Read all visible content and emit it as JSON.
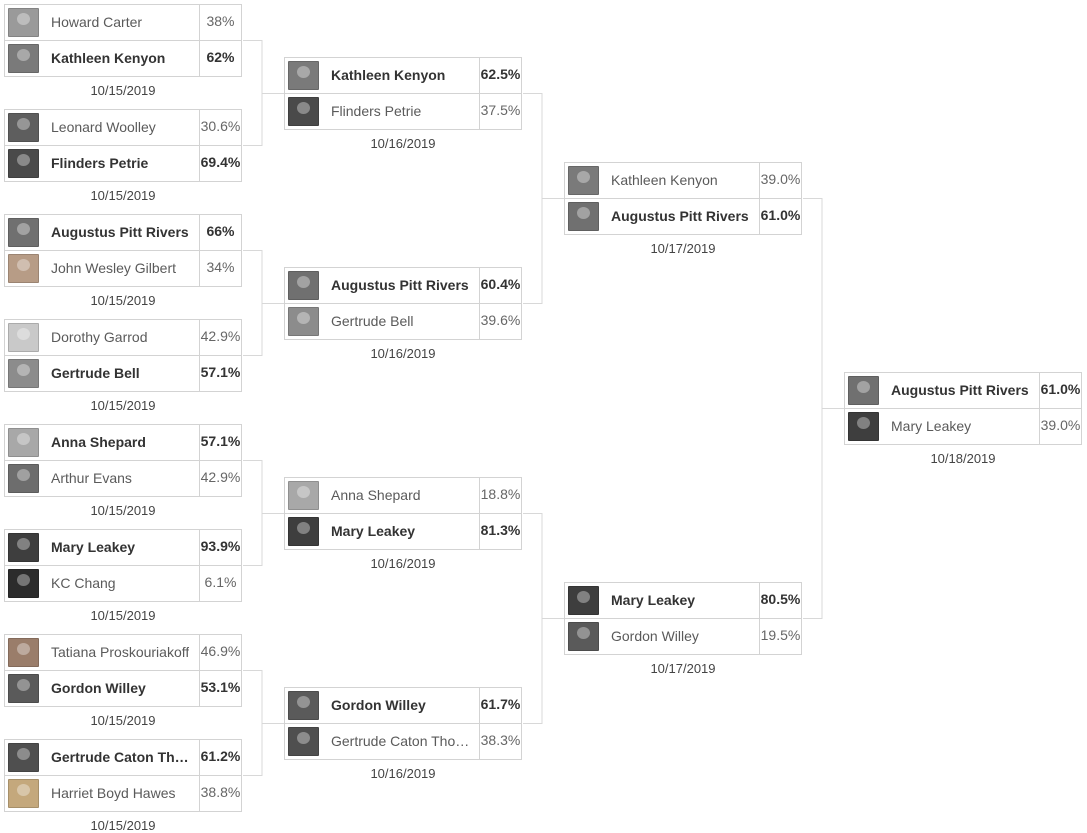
{
  "colors": {
    "border": "#d3d3d3",
    "connector": "#d8d8d8",
    "winner_text": "#333333",
    "loser_text": "#5a5a5a"
  },
  "rounds": [
    {
      "matchups": [
        {
          "date": "10/15/2019",
          "entries": [
            {
              "name": "Howard Carter",
              "pct": "38%",
              "winner": false,
              "avatar": "portrait-photo",
              "tone": "#9a9a9a"
            },
            {
              "name": "Kathleen Kenyon",
              "pct": "62%",
              "winner": true,
              "avatar": "portrait-photo",
              "tone": "#7a7a7a"
            }
          ]
        },
        {
          "date": "10/15/2019",
          "entries": [
            {
              "name": "Leonard Woolley",
              "pct": "30.6%",
              "winner": false,
              "avatar": "portrait-photo",
              "tone": "#5e5e5e"
            },
            {
              "name": "Flinders Petrie",
              "pct": "69.4%",
              "winner": true,
              "avatar": "portrait-photo",
              "tone": "#4a4a4a"
            }
          ]
        },
        {
          "date": "10/15/2019",
          "entries": [
            {
              "name": "Augustus Pitt Rivers",
              "pct": "66%",
              "winner": true,
              "avatar": "portrait-photo",
              "tone": "#707070"
            },
            {
              "name": "John Wesley Gilbert",
              "pct": "34%",
              "winner": false,
              "avatar": "portrait-photo",
              "tone": "#b79c86"
            }
          ]
        },
        {
          "date": "10/15/2019",
          "entries": [
            {
              "name": "Dorothy Garrod",
              "pct": "42.9%",
              "winner": false,
              "avatar": "portrait-photo",
              "tone": "#c9c9c9"
            },
            {
              "name": "Gertrude Bell",
              "pct": "57.1%",
              "winner": true,
              "avatar": "portrait-photo",
              "tone": "#8c8c8c"
            }
          ]
        },
        {
          "date": "10/15/2019",
          "entries": [
            {
              "name": "Anna Shepard",
              "pct": "57.1%",
              "winner": true,
              "avatar": "portrait-photo",
              "tone": "#a8a8a8"
            },
            {
              "name": "Arthur Evans",
              "pct": "42.9%",
              "winner": false,
              "avatar": "portrait-photo",
              "tone": "#6d6d6d"
            }
          ]
        },
        {
          "date": "10/15/2019",
          "entries": [
            {
              "name": "Mary Leakey",
              "pct": "93.9%",
              "winner": true,
              "avatar": "portrait-photo",
              "tone": "#3e3e3e"
            },
            {
              "name": "KC Chang",
              "pct": "6.1%",
              "winner": false,
              "avatar": "portrait-photo",
              "tone": "#2c2c2c"
            }
          ]
        },
        {
          "date": "10/15/2019",
          "entries": [
            {
              "name": "Tatiana Proskouriakoff",
              "pct": "46.9%",
              "winner": false,
              "avatar": "portrait-photo",
              "tone": "#9a7d6a"
            },
            {
              "name": "Gordon Willey",
              "pct": "53.1%",
              "winner": true,
              "avatar": "portrait-photo",
              "tone": "#5a5a5a"
            }
          ]
        },
        {
          "date": "10/15/2019",
          "entries": [
            {
              "name": "Gertrude Caton Thompson",
              "pct": "61.2%",
              "winner": true,
              "avatar": "portrait-photo",
              "tone": "#4f4f4f"
            },
            {
              "name": "Harriet Boyd Hawes",
              "pct": "38.8%",
              "winner": false,
              "avatar": "portrait-photo",
              "tone": "#c4a87c"
            }
          ]
        }
      ]
    },
    {
      "matchups": [
        {
          "date": "10/16/2019",
          "entries": [
            {
              "name": "Kathleen Kenyon",
              "pct": "62.5%",
              "winner": true,
              "avatar": "portrait-photo",
              "tone": "#7a7a7a"
            },
            {
              "name": "Flinders Petrie",
              "pct": "37.5%",
              "winner": false,
              "avatar": "portrait-photo",
              "tone": "#4a4a4a"
            }
          ]
        },
        {
          "date": "10/16/2019",
          "entries": [
            {
              "name": "Augustus Pitt Rivers",
              "pct": "60.4%",
              "winner": true,
              "avatar": "portrait-photo",
              "tone": "#707070"
            },
            {
              "name": "Gertrude Bell",
              "pct": "39.6%",
              "winner": false,
              "avatar": "portrait-photo",
              "tone": "#8c8c8c"
            }
          ]
        },
        {
          "date": "10/16/2019",
          "entries": [
            {
              "name": "Anna Shepard",
              "pct": "18.8%",
              "winner": false,
              "avatar": "portrait-photo",
              "tone": "#a8a8a8"
            },
            {
              "name": "Mary Leakey",
              "pct": "81.3%",
              "winner": true,
              "avatar": "portrait-photo",
              "tone": "#3e3e3e"
            }
          ]
        },
        {
          "date": "10/16/2019",
          "entries": [
            {
              "name": "Gordon Willey",
              "pct": "61.7%",
              "winner": true,
              "avatar": "portrait-photo",
              "tone": "#5a5a5a"
            },
            {
              "name": "Gertrude Caton Thompson",
              "pct": "38.3%",
              "winner": false,
              "avatar": "portrait-photo",
              "tone": "#4f4f4f"
            }
          ]
        }
      ]
    },
    {
      "matchups": [
        {
          "date": "10/17/2019",
          "entries": [
            {
              "name": "Kathleen Kenyon",
              "pct": "39.0%",
              "winner": false,
              "avatar": "portrait-photo",
              "tone": "#7a7a7a"
            },
            {
              "name": "Augustus Pitt Rivers",
              "pct": "61.0%",
              "winner": true,
              "avatar": "portrait-photo",
              "tone": "#707070"
            }
          ]
        },
        {
          "date": "10/17/2019",
          "entries": [
            {
              "name": "Mary Leakey",
              "pct": "80.5%",
              "winner": true,
              "avatar": "portrait-photo",
              "tone": "#3e3e3e"
            },
            {
              "name": "Gordon Willey",
              "pct": "19.5%",
              "winner": false,
              "avatar": "portrait-photo",
              "tone": "#5a5a5a"
            }
          ]
        }
      ]
    },
    {
      "matchups": [
        {
          "date": "10/18/2019",
          "entries": [
            {
              "name": "Augustus Pitt Rivers",
              "pct": "61.0%",
              "winner": true,
              "avatar": "portrait-photo",
              "tone": "#707070"
            },
            {
              "name": "Mary Leakey",
              "pct": "39.0%",
              "winner": false,
              "avatar": "portrait-photo",
              "tone": "#3e3e3e"
            }
          ]
        }
      ]
    }
  ]
}
